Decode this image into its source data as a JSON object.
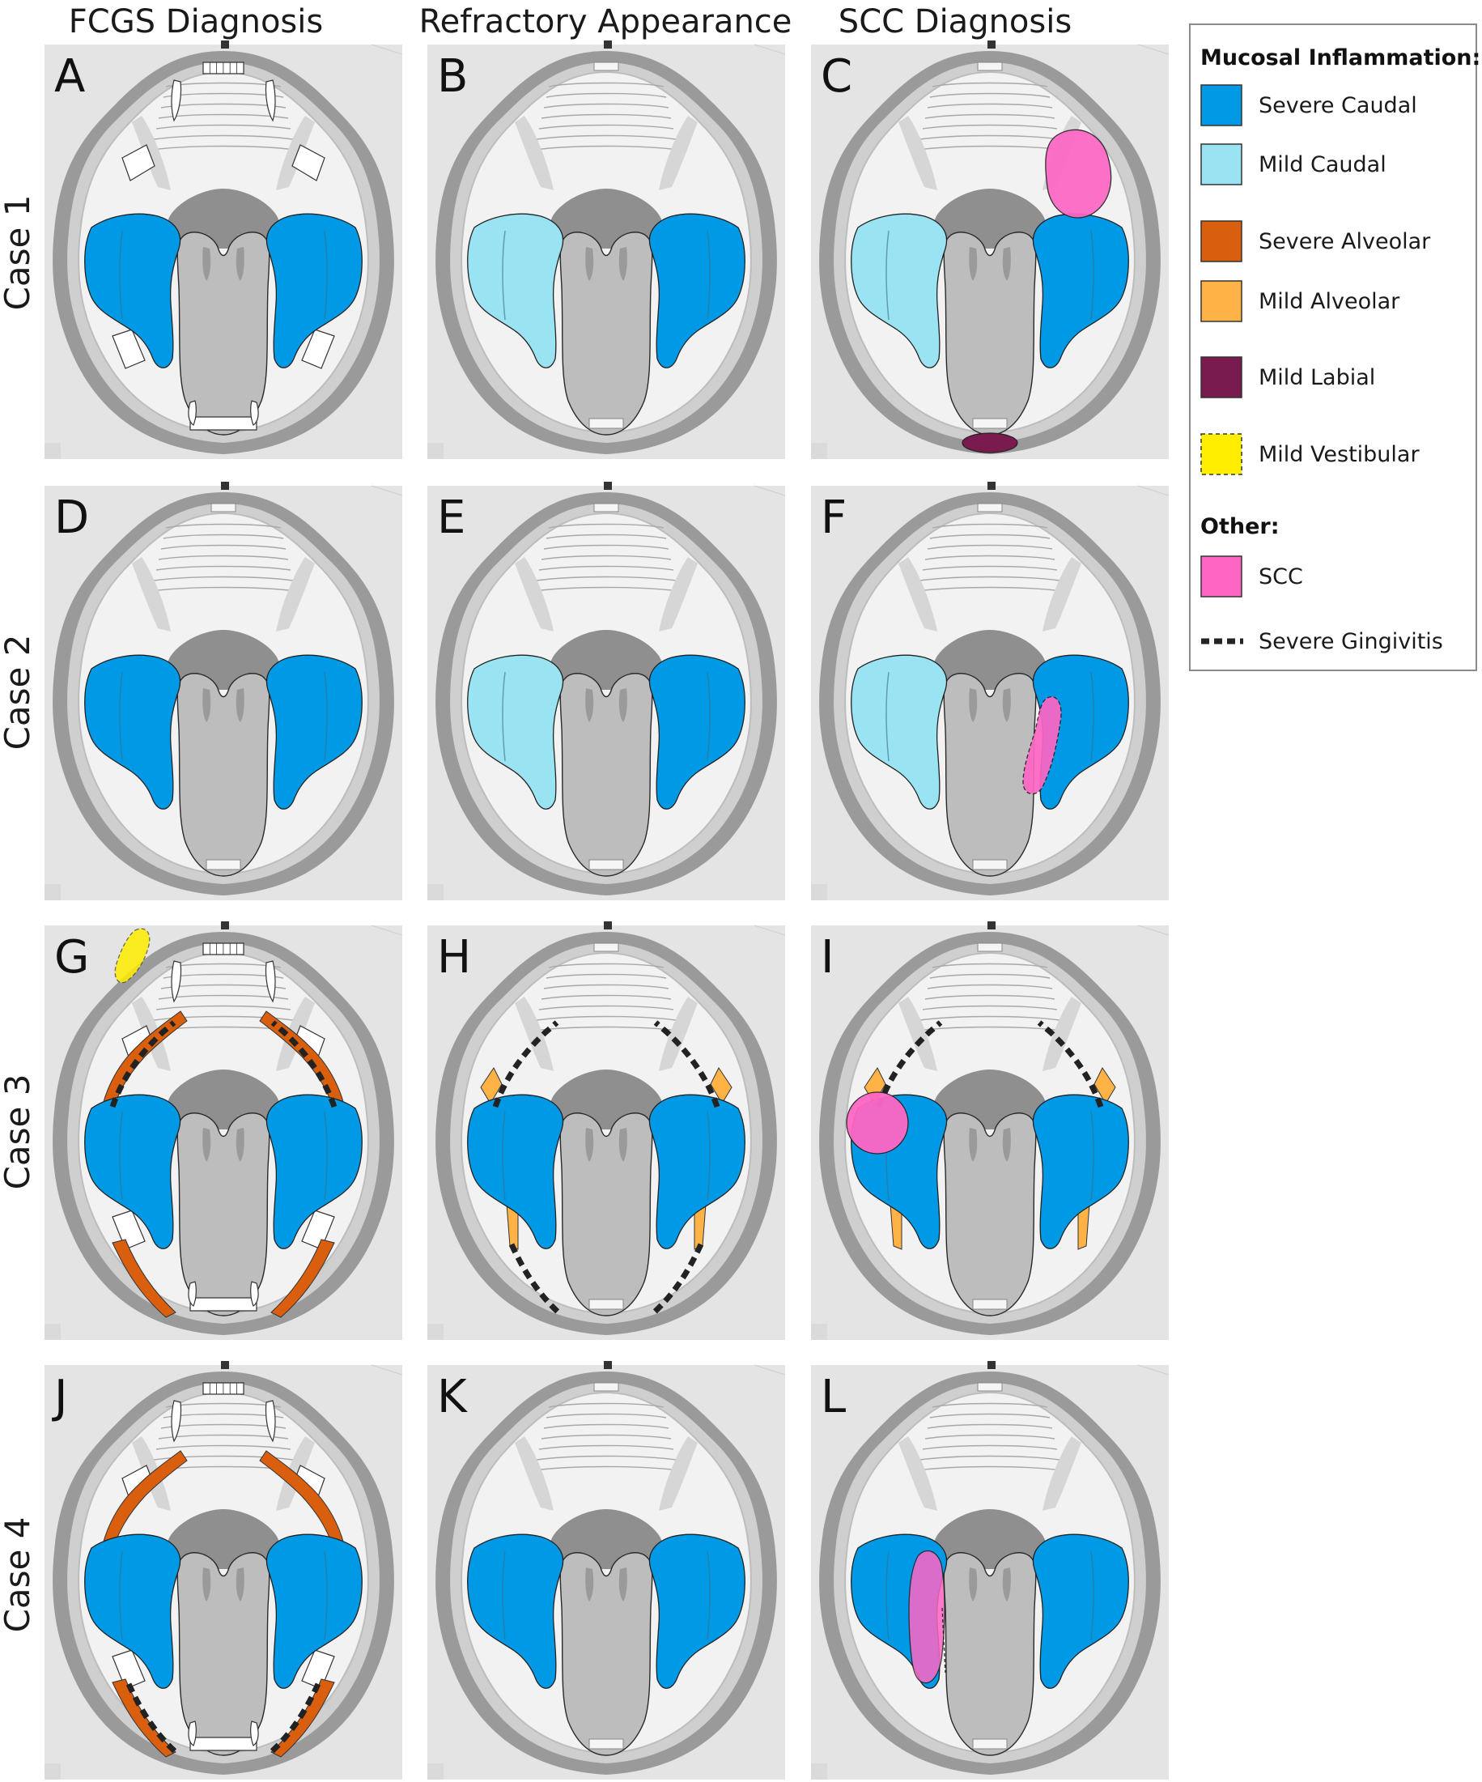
{
  "columns": [
    "FCGS Diagnosis",
    "Refractory Appearance",
    "SCC Diagnosis"
  ],
  "rows": [
    "Case 1",
    "Case 2",
    "Case 3",
    "Case 4"
  ],
  "panels": [
    {
      "letter": "A",
      "left": "severe_caudal",
      "right": "severe_caudal",
      "teeth": true
    },
    {
      "letter": "B",
      "left": "mild_caudal",
      "right": "severe_caudal",
      "teeth": false
    },
    {
      "letter": "C",
      "left": "mild_caudal",
      "right": "severe_caudal",
      "teeth": false,
      "scc": "upper-right",
      "labial": true
    },
    {
      "letter": "D",
      "left": "severe_caudal",
      "right": "severe_caudal",
      "teeth": false
    },
    {
      "letter": "E",
      "left": "mild_caudal",
      "right": "severe_caudal",
      "teeth": false
    },
    {
      "letter": "F",
      "left": "mild_caudal",
      "right": "severe_caudal",
      "teeth": false,
      "scc": "lower-right-medial"
    },
    {
      "letter": "G",
      "left": "severe_caudal",
      "right": "severe_caudal",
      "teeth": true,
      "alveolar_severe": "upper-and-lower",
      "vestibular": true,
      "gingivitis": "upper"
    },
    {
      "letter": "H",
      "left": "severe_caudal",
      "right": "severe_caudal",
      "teeth": false,
      "alveolar_mild": "upper-and-lower",
      "gingivitis": "upper-and-lower"
    },
    {
      "letter": "I",
      "left": "severe_caudal",
      "right": "severe_caudal",
      "teeth": false,
      "alveolar_mild": "upper-and-lower",
      "gingivitis": "upper",
      "scc": "left-circle"
    },
    {
      "letter": "J",
      "left": "severe_caudal",
      "right": "severe_caudal",
      "teeth": true,
      "alveolar_severe": "upper-and-lower",
      "gingivitis": "lower"
    },
    {
      "letter": "K",
      "left": "severe_caudal",
      "right": "severe_caudal",
      "teeth": false
    },
    {
      "letter": "L",
      "left": "severe_caudal",
      "right": "severe_caudal",
      "teeth": false,
      "scc": "left-medial"
    }
  ],
  "legend": {
    "heading1": "Mucosal Inflammation:",
    "heading2": "Other:",
    "items": [
      {
        "key": "severe_caudal",
        "label": "Severe Caudal",
        "color": "#0099e6"
      },
      {
        "key": "mild_caudal",
        "label": "Mild Caudal",
        "color": "#99e3f2"
      },
      {
        "key": "severe_alveolar",
        "label": "Severe Alveolar",
        "color": "#d95f0e"
      },
      {
        "key": "mild_alveolar",
        "label": "Mild Alveolar",
        "color": "#ffb347"
      },
      {
        "key": "mild_labial",
        "label": "Mild Labial",
        "color": "#7a1b4f"
      },
      {
        "key": "mild_vestibular",
        "label": "Mild Vestibular",
        "color": "#ffee00"
      }
    ],
    "other_items": [
      {
        "key": "scc",
        "label": "SCC",
        "color": "#ff66c4"
      },
      {
        "key": "gingivitis",
        "label": "Severe Gingivitis",
        "color": "#222222"
      }
    ]
  }
}
